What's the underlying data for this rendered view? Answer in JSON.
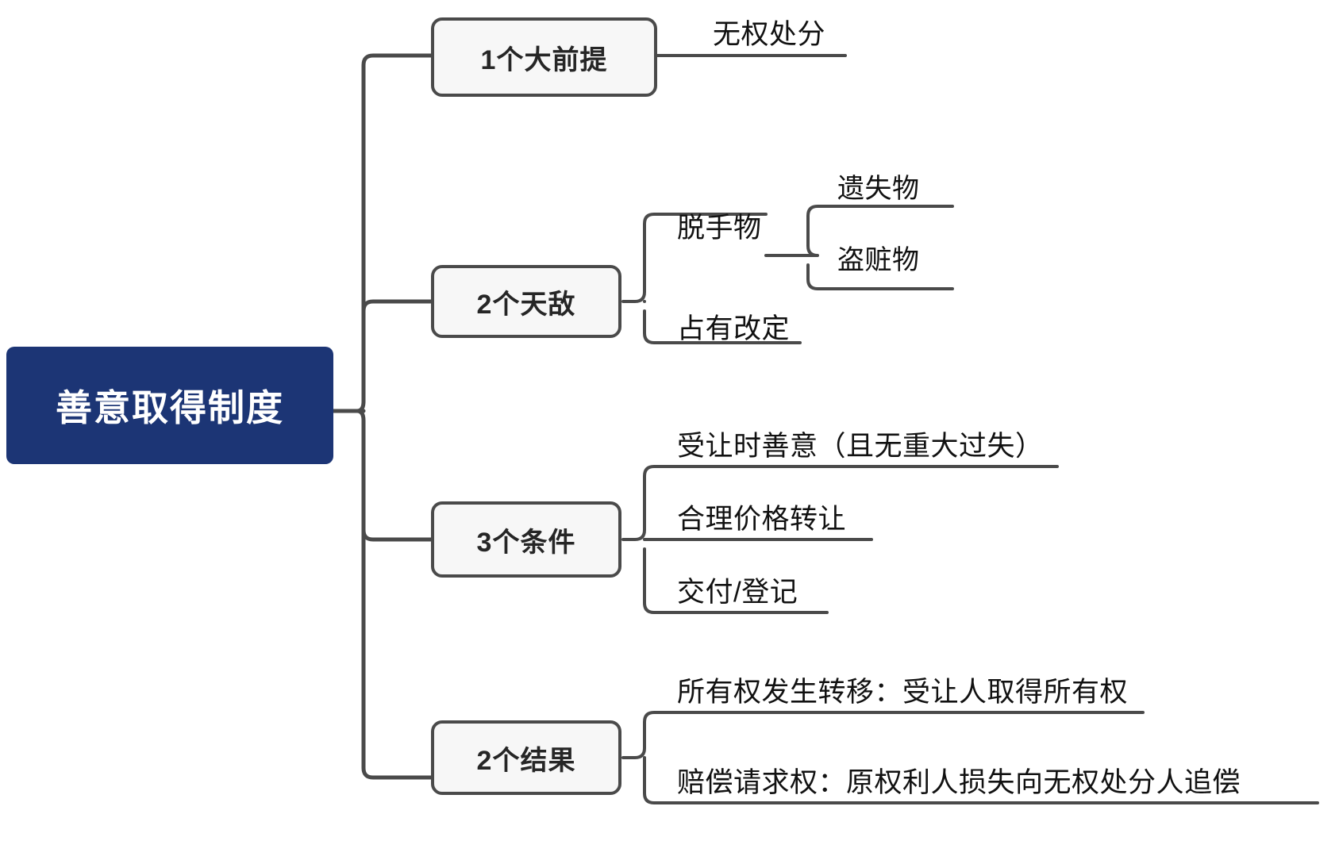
{
  "diagram": {
    "type": "mindmap",
    "title": "善意取得制度",
    "orientation": "left-to-right",
    "colors": {
      "root_fill": "#1C3575",
      "root_text": "#FFFFFF",
      "branch_fill": "#F7F7F7",
      "branch_border": "#4A4A4A",
      "branch_text": "#262626",
      "leaf_text": "#111111",
      "connector": "#4A4A4A",
      "background": "#FFFFFF"
    },
    "root": {
      "label": "善意取得制度"
    },
    "branches": [
      {
        "id": "premise",
        "label": "1个大前提",
        "leaves": [
          {
            "label": "无权处分"
          }
        ]
      },
      {
        "id": "enemies",
        "label": "2个天敌",
        "leaves": [
          {
            "label": "脱手物",
            "children": [
              {
                "label": "遗失物"
              },
              {
                "label": "盗赃物"
              }
            ]
          },
          {
            "label": "占有改定"
          }
        ]
      },
      {
        "id": "conditions",
        "label": "3个条件",
        "leaves": [
          {
            "label": "受让时善意（且无重大过失）"
          },
          {
            "label": "合理价格转让"
          },
          {
            "label": "交付/登记"
          }
        ]
      },
      {
        "id": "results",
        "label": "2个结果",
        "leaves": [
          {
            "label": "所有权发生转移：受让人取得所有权"
          },
          {
            "label": "赔偿请求权：原权利人损失向无权处分人追偿"
          }
        ]
      }
    ]
  }
}
